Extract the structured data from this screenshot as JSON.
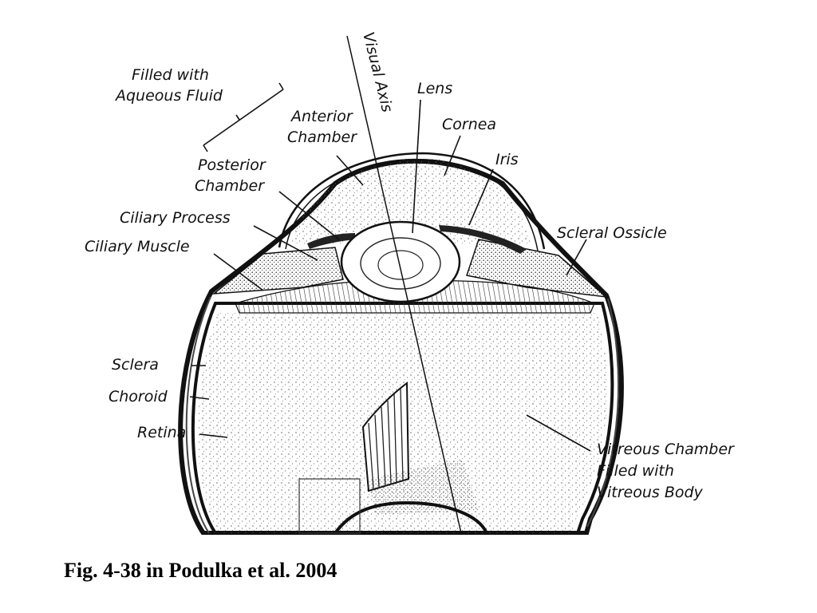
{
  "labels": {
    "aqueous_1": "Filled with",
    "aqueous_2": "Aqueous Fluid",
    "visual_axis": "Visual Axis",
    "lens": "Lens",
    "anterior_1": "Anterior",
    "anterior_2": "Chamber",
    "cornea": "Cornea",
    "iris": "Iris",
    "posterior_1": "Posterior",
    "posterior_2": "Chamber",
    "ciliary_process": "Ciliary Process",
    "ciliary_muscle": "Ciliary Muscle",
    "scleral_ossicle": "Scleral Ossicle",
    "sclera": "Sclera",
    "choroid": "Choroid",
    "retina": "Retina",
    "vitreous_1": "Vitreous Chamber",
    "vitreous_2": "Filled with",
    "vitreous_3": "Vitreous Body"
  },
  "caption": "Fig. 4-38 in Podulka et al. 2004"
}
